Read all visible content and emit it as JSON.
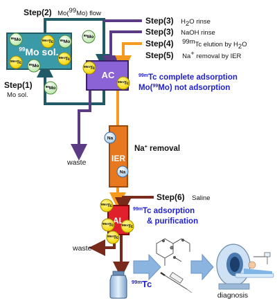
{
  "steps": {
    "step1": {
      "label": "Step(1)",
      "desc": "Mo sol."
    },
    "step2": {
      "label": "Step(2)",
      "desc_pre": "Mo(",
      "desc_sup": "99",
      "desc_post": "Mo) flow"
    },
    "step3a": {
      "label": "Step(3)",
      "desc_pre": "H",
      "desc_sub": "2",
      "desc_post": "O rinse"
    },
    "step3b": {
      "label": "Step(3)",
      "desc": "NaOH rinse"
    },
    "step4": {
      "label": "Step(4)",
      "desc_sup1": "99m",
      "desc_mid": "Tc elution by H",
      "desc_sub": "2",
      "desc_post": "O"
    },
    "step5": {
      "label": "Step(5)",
      "desc_pre": "Na",
      "desc_sup": "+",
      "desc_post": " removal by IER"
    },
    "step6": {
      "label": "Step(6)",
      "desc": "Saline"
    }
  },
  "components": {
    "mo_solution": {
      "sup": "99",
      "label": "Mo sol."
    },
    "ac": {
      "label": "AC"
    },
    "ier": {
      "label": "IER"
    },
    "al": {
      "label": "AL"
    }
  },
  "annotations": {
    "ac_line1_sup": "99m",
    "ac_line1": "Tc complete adsorption",
    "ac_line2_pre": "Mo(",
    "ac_line2_sup": "99",
    "ac_line2_post": "Mo) not adsorption",
    "ier_pre": "Na",
    "ier_sup": "+",
    "ier_post": " removal",
    "al_line1_sup": "99m",
    "al_line1": "Tc adsorption",
    "al_line2": "& purification",
    "waste_top": "waste",
    "waste_bottom": "waste",
    "product_sup": "99m",
    "product": "Tc",
    "diagnosis": "diagnosis"
  },
  "ions": {
    "mo_sup": "99",
    "mo": "Mo",
    "tc_sup": "99m",
    "tc": "Tc",
    "na": "Na"
  },
  "colors": {
    "teal": "#1f5a66",
    "purple": "#5b3a86",
    "orange": "#f59a1d",
    "brown": "#7a2a1a",
    "ac_fill": "#8b63d6",
    "ier_fill": "#e8781e",
    "al_fill": "#e0202a",
    "mo_box": "#3a9aa8",
    "arrow_blue": "#8cb4e0",
    "label_blue": "#1f1fcf"
  }
}
